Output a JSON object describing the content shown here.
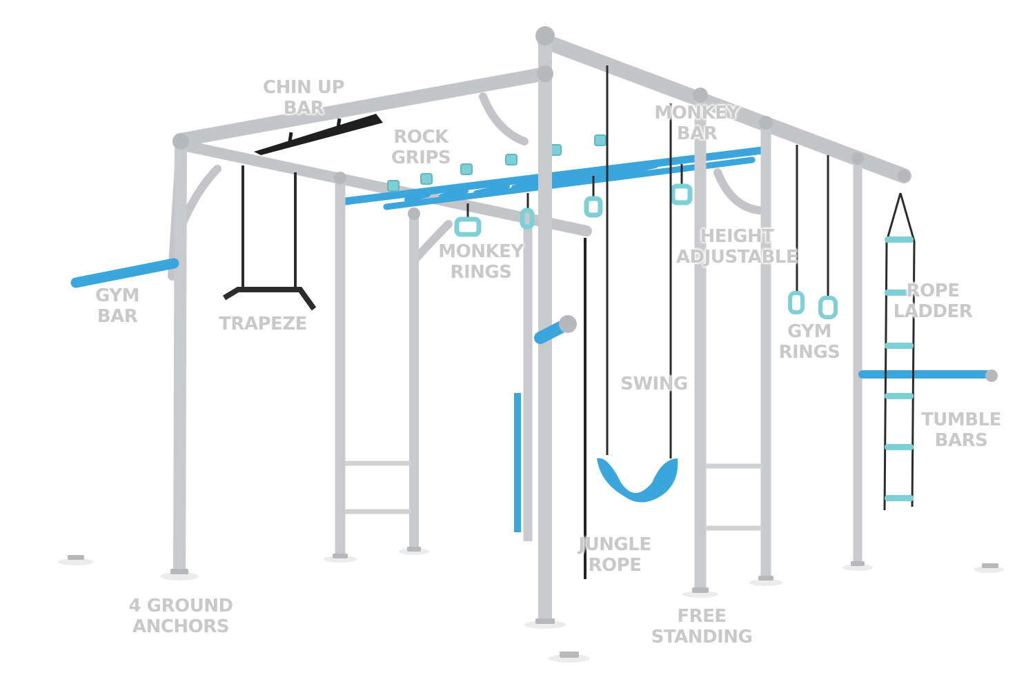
{
  "colors": {
    "frame": "#cfd1d3",
    "frame_shadow": "#a9abae",
    "accent_blue": "#39a9dd",
    "accent_teal": "#7fd0d6",
    "handle_black": "#1f1f1f",
    "label_gray": "#c9c9c9"
  },
  "labels": {
    "chin_up_bar": [
      "CHIN UP",
      "BAR"
    ],
    "rock_grips": [
      "ROCK",
      "GRIPS"
    ],
    "monkey_bar": [
      "MONKEY",
      "BAR"
    ],
    "gym_bar": [
      "GYM",
      "BAR"
    ],
    "trapeze": [
      "TRAPEZE"
    ],
    "monkey_rings": [
      "MONKEY",
      "RINGS"
    ],
    "height_adjustable": [
      "HEIGHT",
      "ADJUSTABLE"
    ],
    "rope_ladder": [
      "ROPE",
      "LADDER"
    ],
    "gym_rings": [
      "GYM",
      "RINGS"
    ],
    "swing": [
      "SWING"
    ],
    "tumble_bars": [
      "TUMBLE",
      "BARS"
    ],
    "jungle_rope": [
      "JUNGLE",
      "ROPE"
    ],
    "ground_anchors": [
      "4 GROUND",
      "ANCHORS"
    ],
    "free_standing": [
      "FREE",
      "STANDING"
    ]
  },
  "icons": [
    "chin-up-bar-icon",
    "rock-grip-icon",
    "monkey-bar-icon",
    "trapeze-icon",
    "ring-icon",
    "swing-seat-icon",
    "rope-ladder-icon",
    "jungle-rope-icon",
    "ground-anchor-icon"
  ]
}
